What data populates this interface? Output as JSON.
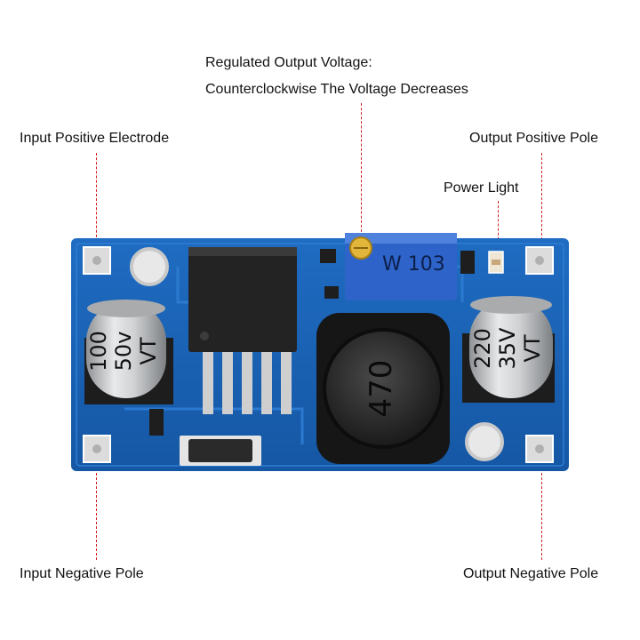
{
  "labels": {
    "regulated_line1": "Regulated Output Voltage:",
    "regulated_line2": "Counterclockwise The Voltage Decreases",
    "input_positive": "Input Positive Electrode",
    "output_positive": "Output Positive Pole",
    "power_light": "Power Light",
    "input_negative": "Input Negative Pole",
    "output_negative": "Output Negative Pole"
  },
  "components": {
    "input_cap_text": [
      "100",
      "50v",
      "VT"
    ],
    "output_cap_text": [
      "220",
      "35V",
      "VT"
    ],
    "pot_marking": "W 103",
    "inductor_marking": "470"
  },
  "colors": {
    "pcb": "#1b63b6",
    "pcb_dark": "#134c93",
    "leader": "#d21f1f",
    "potentiometer": "#2e63c9"
  }
}
